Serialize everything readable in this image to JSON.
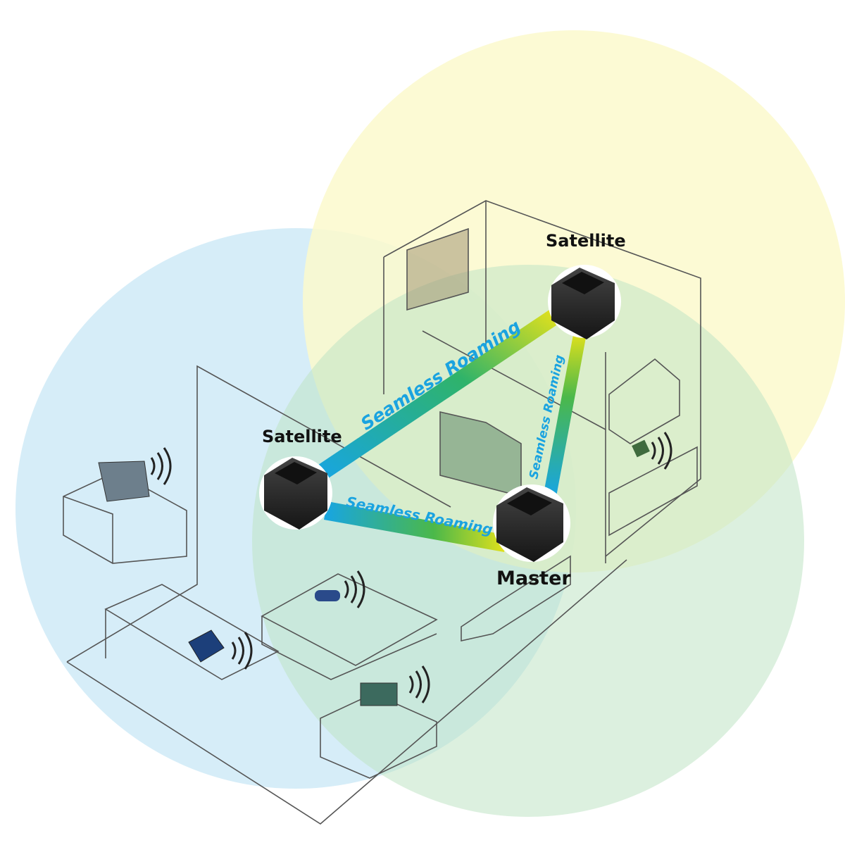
{
  "nodes": {
    "satellite_left": {
      "label": "Satellite"
    },
    "satellite_top": {
      "label": "Satellite"
    },
    "master": {
      "label": "Master"
    }
  },
  "links": [
    {
      "label": "Seamless Roaming",
      "from": "satellite_left",
      "to": "satellite_top"
    },
    {
      "label": "Seamless Roaming",
      "from": "satellite_top",
      "to": "master"
    },
    {
      "label": "Seamless Roaming",
      "from": "satellite_left",
      "to": "master"
    }
  ],
  "colors": {
    "coverage_blue": "#cfeaf7",
    "coverage_yellow": "#fbf9cf",
    "coverage_green": "#d3ecd6",
    "link_start": "#17a5e3",
    "link_end": "#e6e21a",
    "roaming_text": "#1aa3e0",
    "node_body": "#2b2b2b"
  }
}
